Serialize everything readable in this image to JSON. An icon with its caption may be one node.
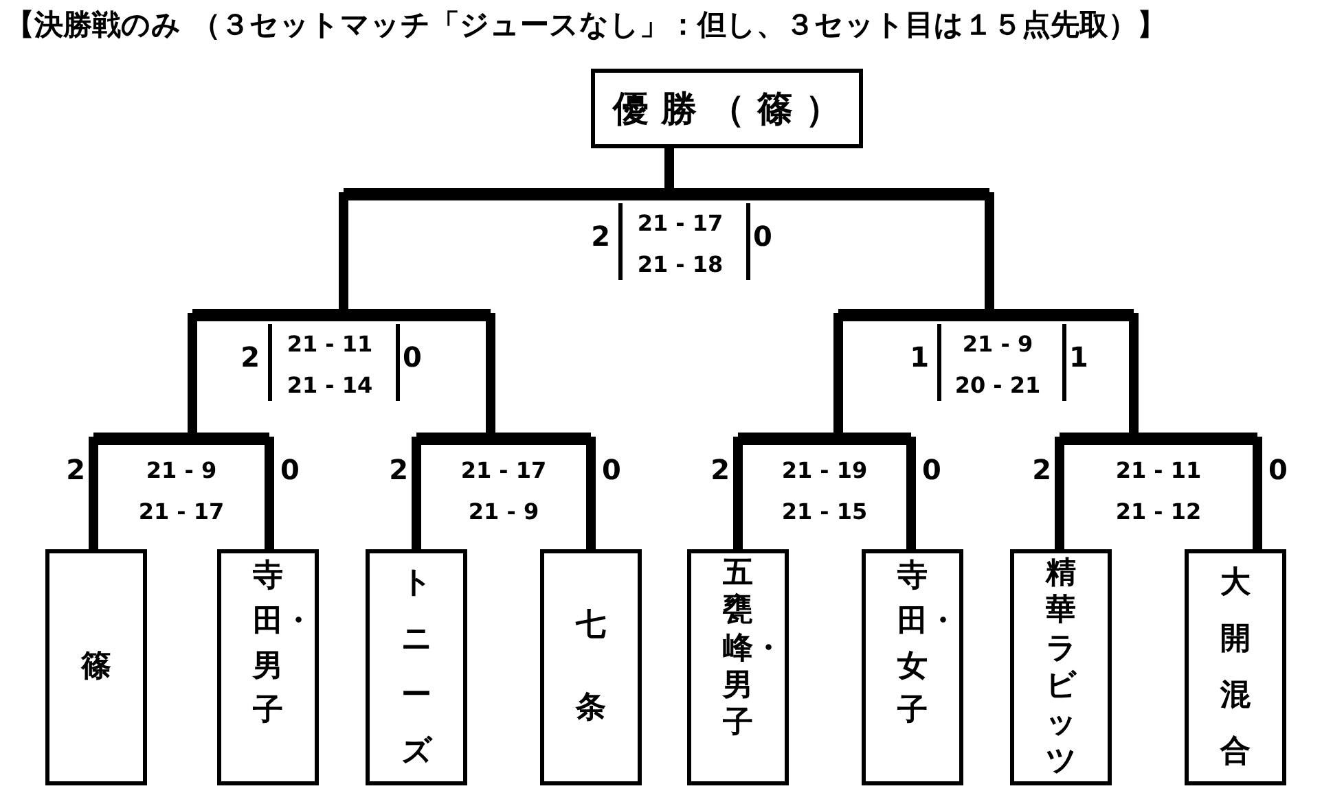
{
  "diagram": {
    "title": "【決勝戦のみ （３セットマッチ「ジュースなし」：但し、３セット目は１５点先取）】",
    "nodes": [
      {
        "text": [
          "優勝（篠）"
        ]
      },
      {
        "text": [
          "2",
          "21 - 17",
          "21 - 18",
          "0"
        ]
      },
      {
        "text": [
          "2",
          "21 - 11",
          "21 - 14",
          "0"
        ]
      },
      {
        "text": [
          "1",
          "21 - 9",
          "20 - 21",
          "1"
        ]
      },
      {
        "text": [
          "21 - 9",
          "21 - 17"
        ],
        "beside": [
          "2",
          "0"
        ]
      },
      {
        "text": [
          "21 - 17",
          "21 - 9"
        ],
        "beside": [
          "2",
          "0"
        ]
      },
      {
        "text": [
          "21 - 19",
          "21 - 15"
        ],
        "beside": [
          "2",
          "0"
        ]
      },
      {
        "text": [
          "21 - 11",
          "21 - 12"
        ],
        "beside": [
          "2",
          "0"
        ]
      },
      {
        "text": [
          "篠"
        ]
      },
      {
        "text": [
          "寺田・男子"
        ]
      },
      {
        "text": [
          "トニーズ"
        ]
      },
      {
        "text": [
          "七条"
        ]
      },
      {
        "text": [
          "五甕峰・男子"
        ]
      },
      {
        "text": [
          "寺田・女子"
        ]
      },
      {
        "text": [
          "精華ラビッツ"
        ]
      },
      {
        "text": [
          "大開混合"
        ]
      }
    ],
    "edges": [
      {
        "from": 8,
        "to": 4,
        "arrow": "none"
      },
      {
        "from": 9,
        "to": 4,
        "arrow": "none"
      },
      {
        "from": 10,
        "to": 5,
        "arrow": "none"
      },
      {
        "from": 11,
        "to": 5,
        "arrow": "none"
      },
      {
        "from": 12,
        "to": 6,
        "arrow": "none"
      },
      {
        "from": 13,
        "to": 6,
        "arrow": "none"
      },
      {
        "from": 14,
        "to": 7,
        "arrow": "none"
      },
      {
        "from": 15,
        "to": 7,
        "arrow": "none"
      },
      {
        "from": 4,
        "to": 2,
        "arrow": "none"
      },
      {
        "from": 5,
        "to": 2,
        "arrow": "none"
      },
      {
        "from": 6,
        "to": 3,
        "arrow": "none"
      },
      {
        "from": 7,
        "to": 3,
        "arrow": "none"
      },
      {
        "from": 2,
        "to": 1,
        "arrow": "none"
      },
      {
        "from": 3,
        "to": 1,
        "arrow": "none"
      },
      {
        "from": 1,
        "to": 0,
        "arrow": "none"
      }
    ]
  }
}
